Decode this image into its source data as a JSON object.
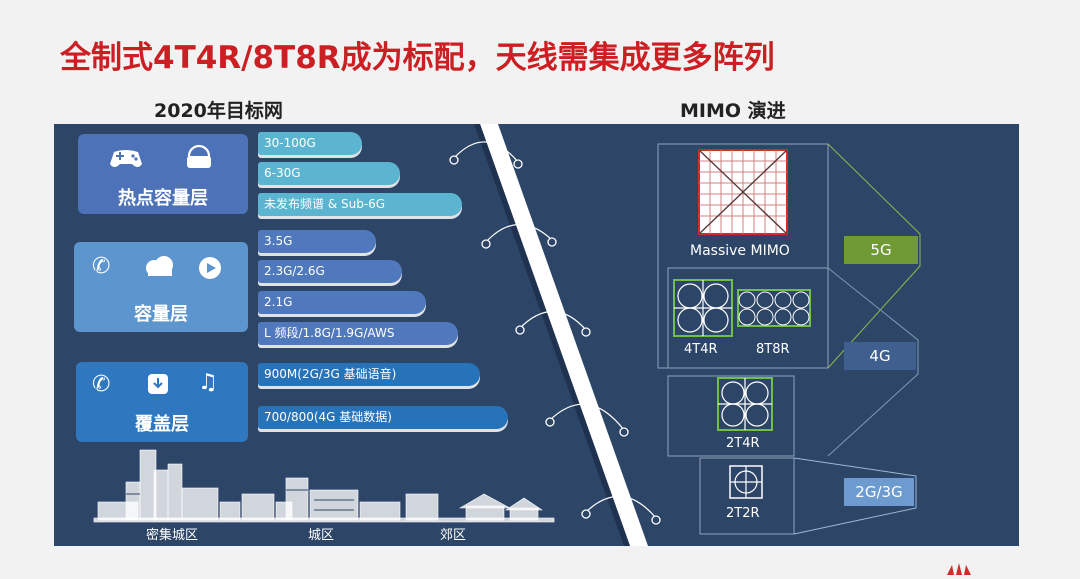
{
  "title": "全制式4T4R/8T8R成为标配，天线需集成更多阵列",
  "left_heading": "2020年目标网",
  "right_heading": "MIMO 演进",
  "layers": {
    "hotspot": {
      "label": "热点容量层",
      "bars": [
        "30-100G",
        "6-30G",
        "未发布频谱 & Sub-6G"
      ]
    },
    "capacity": {
      "label": "容量层",
      "bars": [
        "3.5G",
        "2.3G/2.6G",
        "2.1G",
        "L 频段/1.8G/1.9G/AWS"
      ]
    },
    "coverage": {
      "label": "覆盖层",
      "bars": [
        "900M(2G/3G 基础语音)",
        "700/800(4G 基础数据)"
      ]
    }
  },
  "areas": [
    "密集城区",
    "城区",
    "郊区"
  ],
  "mimo": {
    "massive": "Massive MIMO",
    "t4r4": "4T4R",
    "t8r8": "8T8R",
    "t2r4": "2T4R",
    "t2r2": "2T2R"
  },
  "tags": {
    "g5": "5G",
    "g4": "4G",
    "g23": "2G/3G"
  },
  "colors": {
    "panel": "#2d4567",
    "title": "#cc1f23",
    "hotspot_box": "#4d72b8",
    "capacity_box": "#5d95cf",
    "coverage_box": "#2f78c0",
    "tag5g": "#6f9a34",
    "tag4g": "#3f5f8f",
    "tag23g": "#6d9bd0"
  }
}
